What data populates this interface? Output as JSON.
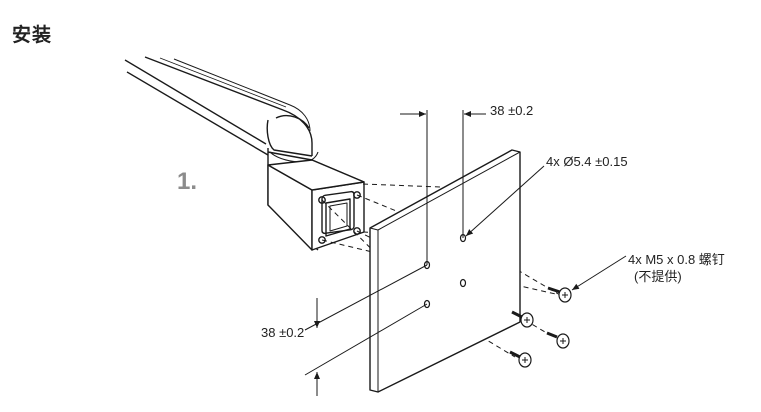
{
  "page": {
    "title": "安装",
    "step_number": "1."
  },
  "labels": {
    "dimension_top": "38 ±0.2",
    "hole_callout": "4x Ø5.4 ±0.15",
    "screw_callout": "4x M5 x 0.8 螺钉",
    "screw_note": "(不提供)",
    "dimension_left": "38 ±0.2"
  },
  "colors": {
    "line": "#1a1a1a",
    "step_number": "#8c8c8c"
  }
}
